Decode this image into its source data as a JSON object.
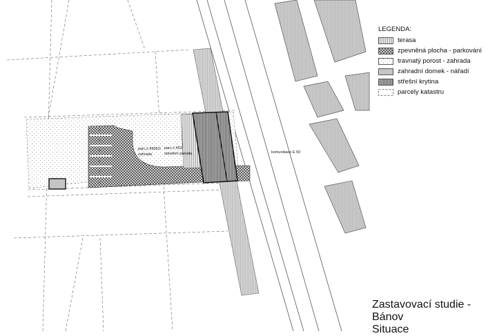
{
  "legend": {
    "title": "LEGENDA:",
    "items": [
      {
        "key": "terasa",
        "label": "terasa",
        "pattern": "vertical-hatch"
      },
      {
        "key": "zpevnena",
        "label": "zpevněná plocha - parkování",
        "pattern": "crosshatch"
      },
      {
        "key": "travnaty",
        "label": "travnatý porost - zahrada",
        "pattern": "dots"
      },
      {
        "key": "domek",
        "label": "zahradní domek - nářadí",
        "pattern": "gray-fill"
      },
      {
        "key": "krytina",
        "label": "střešní krytina",
        "pattern": "dense-vertical-lines"
      },
      {
        "key": "parcely",
        "label": "parcely katastru",
        "pattern": "dashed-outline"
      }
    ]
  },
  "labels": {
    "parcel_a_number": "parc.č.4905/1",
    "parcel_a_use": "zahrada",
    "parcel_b_number": "parc.č.453",
    "parcel_b_use": "stavební parcela",
    "road": "komunikace E 50"
  },
  "caption": {
    "line1": "Zastavovací studie - Bánov",
    "line2": "Situace"
  },
  "colors": {
    "line": "#555555",
    "building_fill": "#cfcfcf",
    "street_strip": "#d8d8d8"
  }
}
